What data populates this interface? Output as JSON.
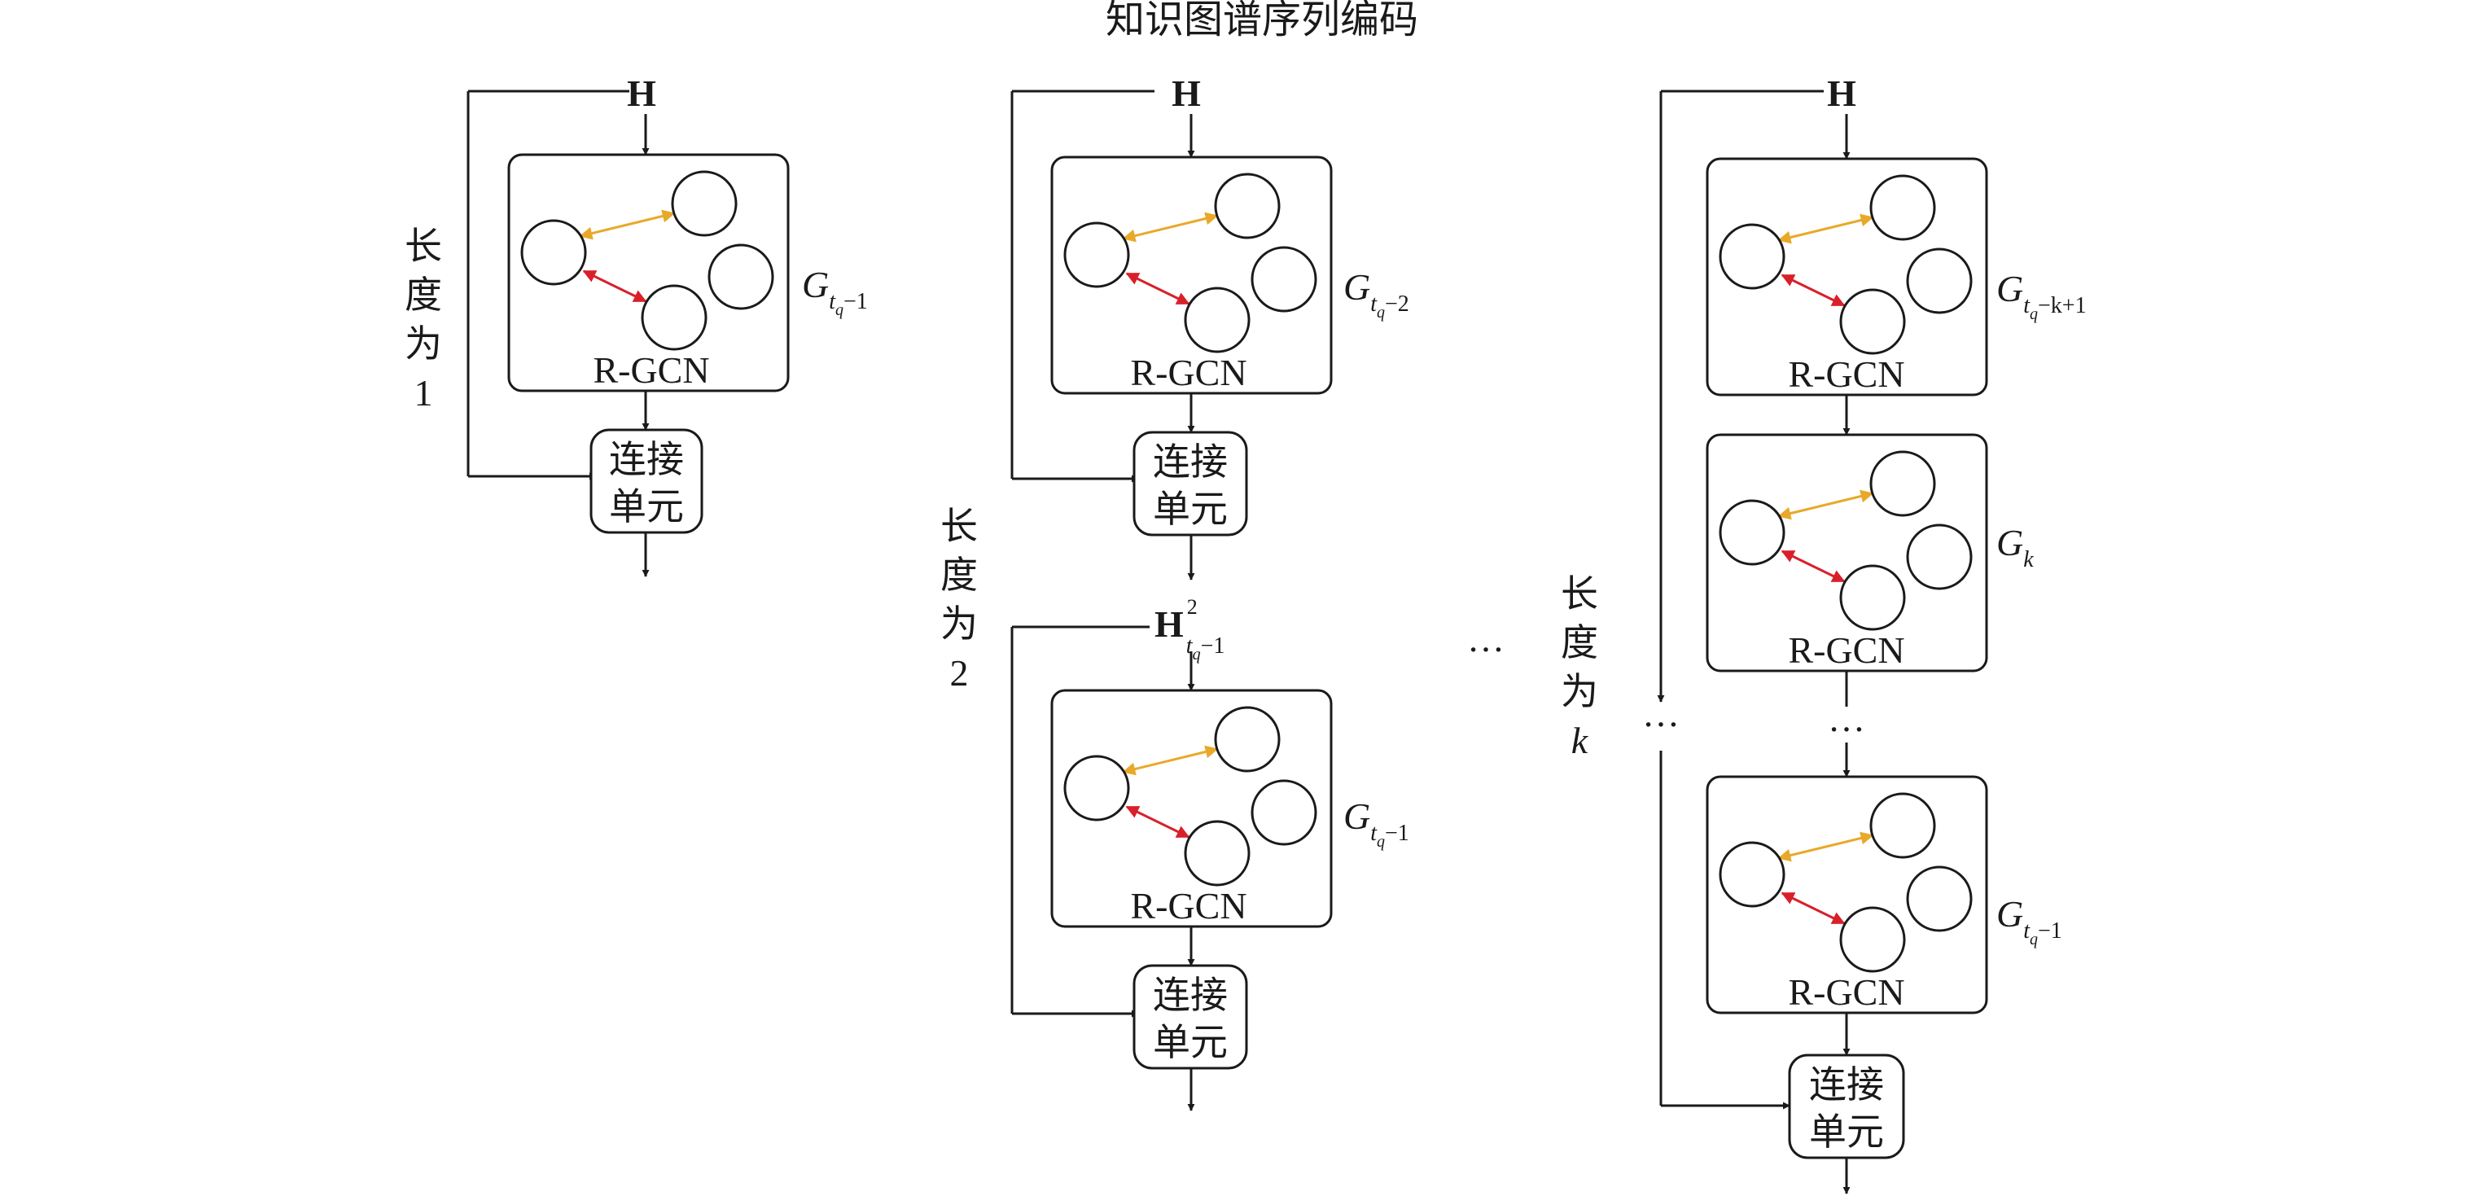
{
  "title": "知识图谱序列编码",
  "input_symbol": "H",
  "gcn_label": "R-GCN",
  "connect_unit": [
    "连接",
    "单元"
  ],
  "ellipsis": "…",
  "colors": {
    "edge_yellow": "#e8a92a",
    "edge_red": "#d9202a",
    "stroke": "#1a1a1a"
  },
  "column1": {
    "length_label": [
      "长",
      "度",
      "为",
      "1"
    ],
    "graph_label": {
      "base": "G",
      "sub_t": "t",
      "sub_q": "q",
      "suffix": "−1"
    }
  },
  "column2": {
    "length_label": [
      "长",
      "度",
      "为",
      "2"
    ],
    "graph1_label": {
      "base": "G",
      "sub_t": "t",
      "sub_q": "q",
      "suffix": "−2"
    },
    "hidden": {
      "base": "H",
      "sup": "2",
      "sub_t": "t",
      "sub_q": "q",
      "suffix": "−1"
    },
    "graph2_label": {
      "base": "G",
      "sub_t": "t",
      "sub_q": "q",
      "suffix": "−1"
    }
  },
  "column3": {
    "length_label": [
      "长",
      "度",
      "为",
      "k"
    ],
    "graph1_label": {
      "base": "G",
      "sub_t": "t",
      "sub_q": "q",
      "suffix": "−k+1"
    },
    "graph2_label": {
      "base": "G",
      "sub": "k"
    },
    "graph3_label": {
      "base": "G",
      "sub_t": "t",
      "sub_q": "q",
      "suffix": "−1"
    }
  }
}
